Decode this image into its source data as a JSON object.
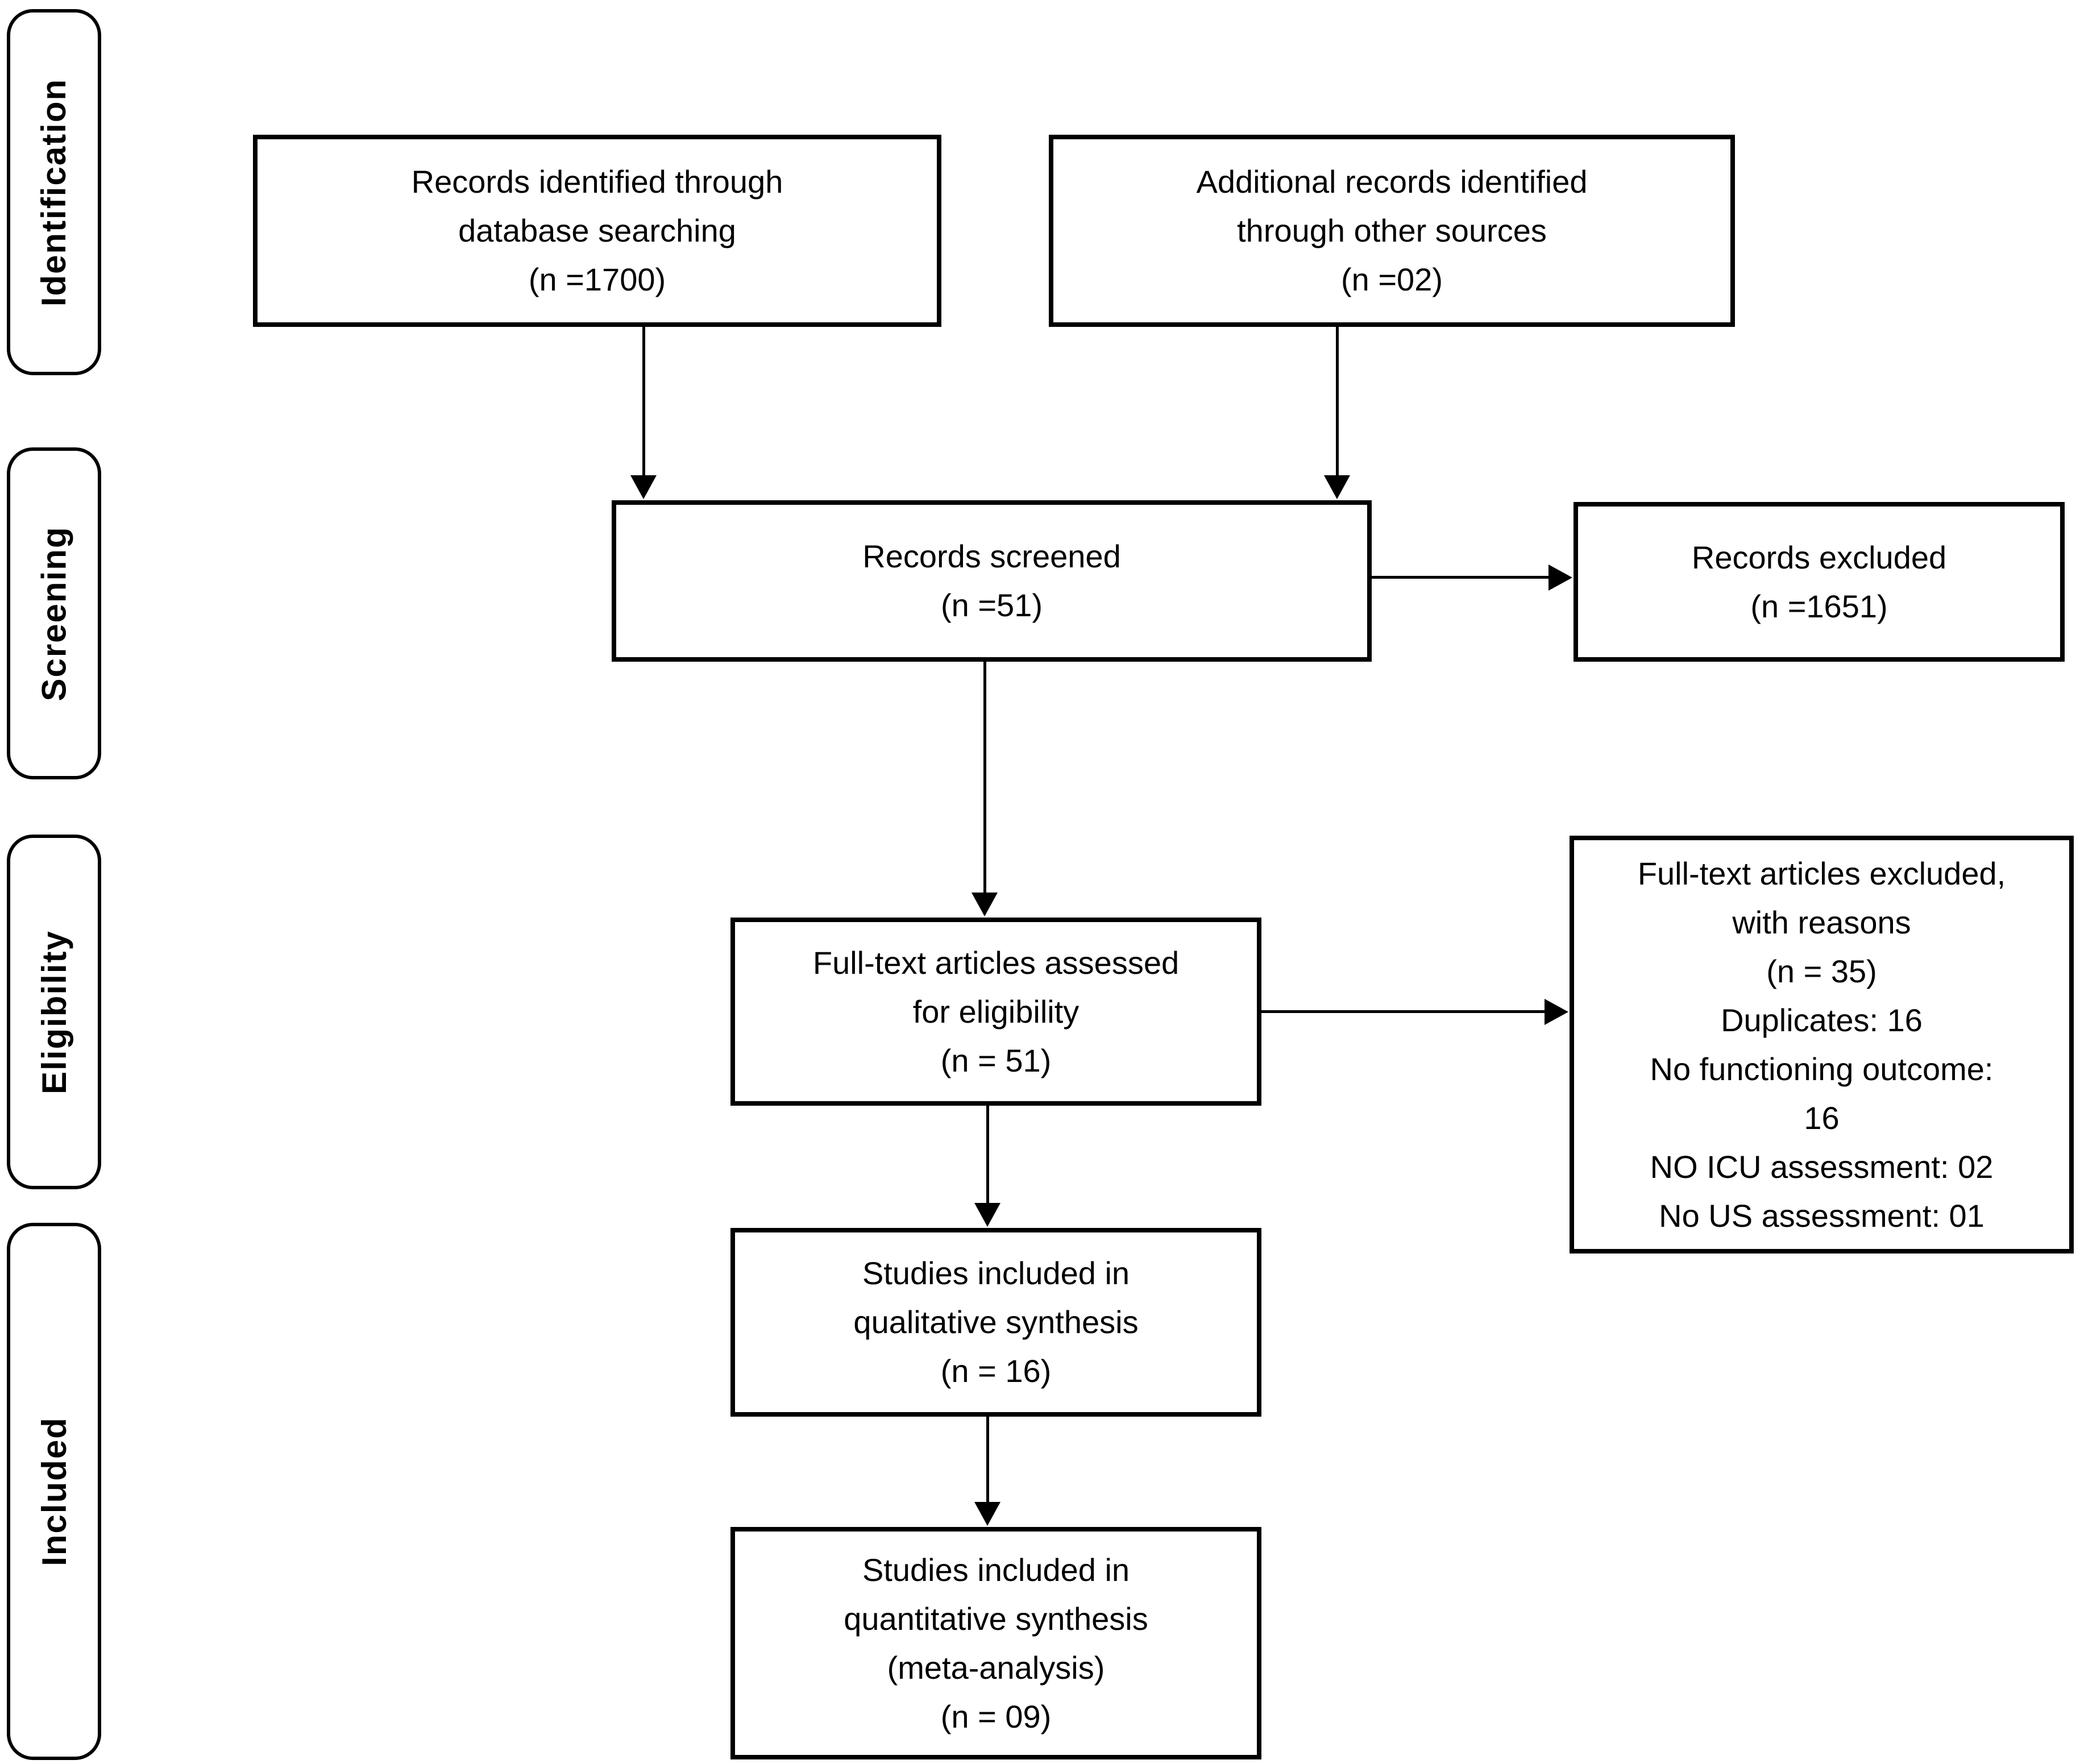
{
  "style": {
    "background_color": "#ffffff",
    "line_color": "#000000",
    "text_color": "#000000"
  },
  "stages": [
    {
      "label": "Identification"
    },
    {
      "label": "Screening"
    },
    {
      "label": "Eligibility"
    },
    {
      "label": "Included"
    }
  ],
  "boxes": {
    "records_identified": {
      "lines": [
        "Records identified through",
        "database searching",
        "(n =1700)"
      ]
    },
    "additional_records": {
      "lines": [
        "Additional records identified",
        "through other sources",
        "(n =02)"
      ]
    },
    "records_screened": {
      "lines": [
        "Records screened",
        "(n =51)"
      ]
    },
    "records_excluded": {
      "lines": [
        "Records excluded",
        "(n =1651)"
      ]
    },
    "fulltext_assessed": {
      "lines": [
        "Full-text articles assessed",
        "for eligibility",
        "(n = 51)"
      ]
    },
    "fulltext_excluded": {
      "lines": [
        "Full-text articles excluded,",
        "with reasons",
        "(n = 35)",
        "Duplicates: 16",
        "No functioning outcome:",
        "16",
        "NO ICU assessment: 02",
        "No US assessment: 01"
      ]
    },
    "qualitative_synthesis": {
      "lines": [
        "Studies included in",
        "qualitative synthesis",
        "(n = 16)"
      ]
    },
    "quantitative_synthesis": {
      "lines": [
        "Studies included in",
        "quantitative synthesis",
        "(meta-analysis)",
        "(n = 09)"
      ]
    }
  }
}
